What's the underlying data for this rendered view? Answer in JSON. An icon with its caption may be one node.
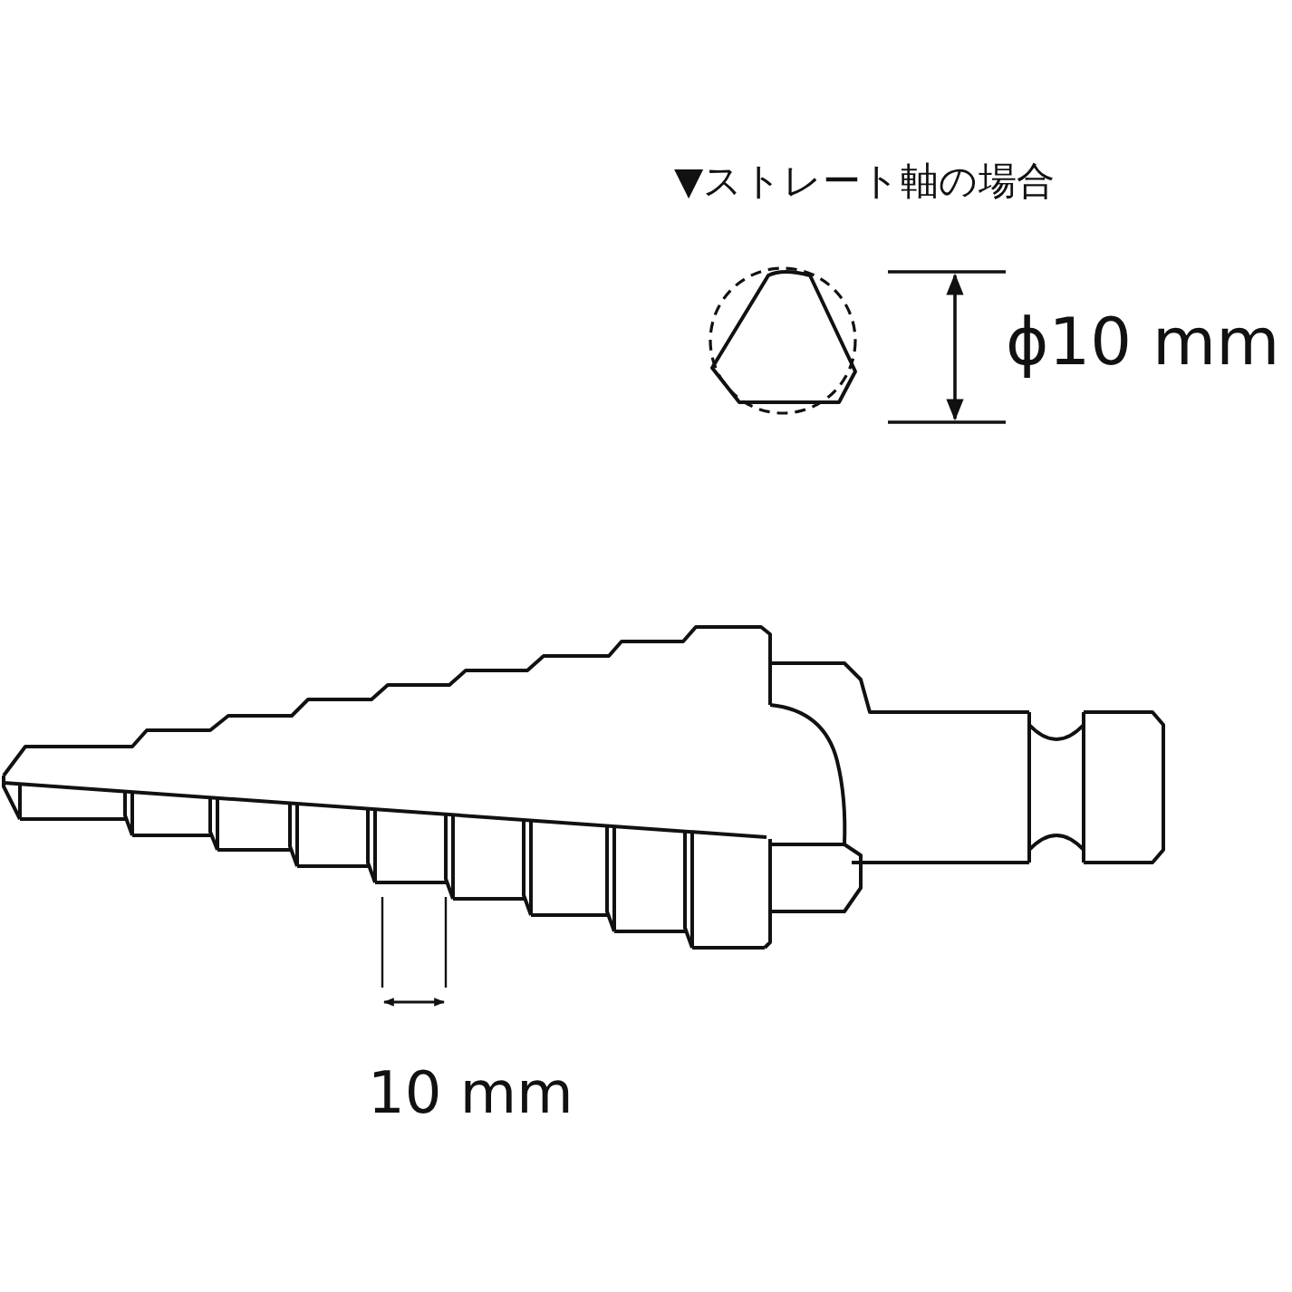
{
  "diagram": {
    "labels": [
      "▼ストレート軸の場合",
      "ϕ10 mm",
      "10 mm"
    ]
  }
}
